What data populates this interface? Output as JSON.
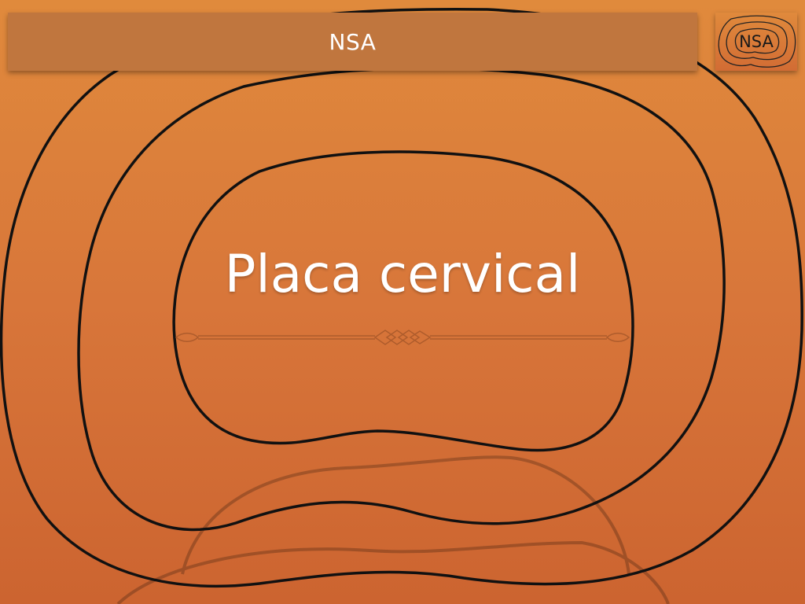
{
  "header": {
    "title": "NSA"
  },
  "logo": {
    "text": "NSA",
    "icon": "nsa-contour-logo"
  },
  "slide": {
    "title": "Placa cervical"
  },
  "colors": {
    "background_top": "#e08a3c",
    "background_bottom": "#cc6430",
    "header_bar": "#c0763e",
    "contour_lines": "#111111",
    "text": "#ffffff"
  }
}
